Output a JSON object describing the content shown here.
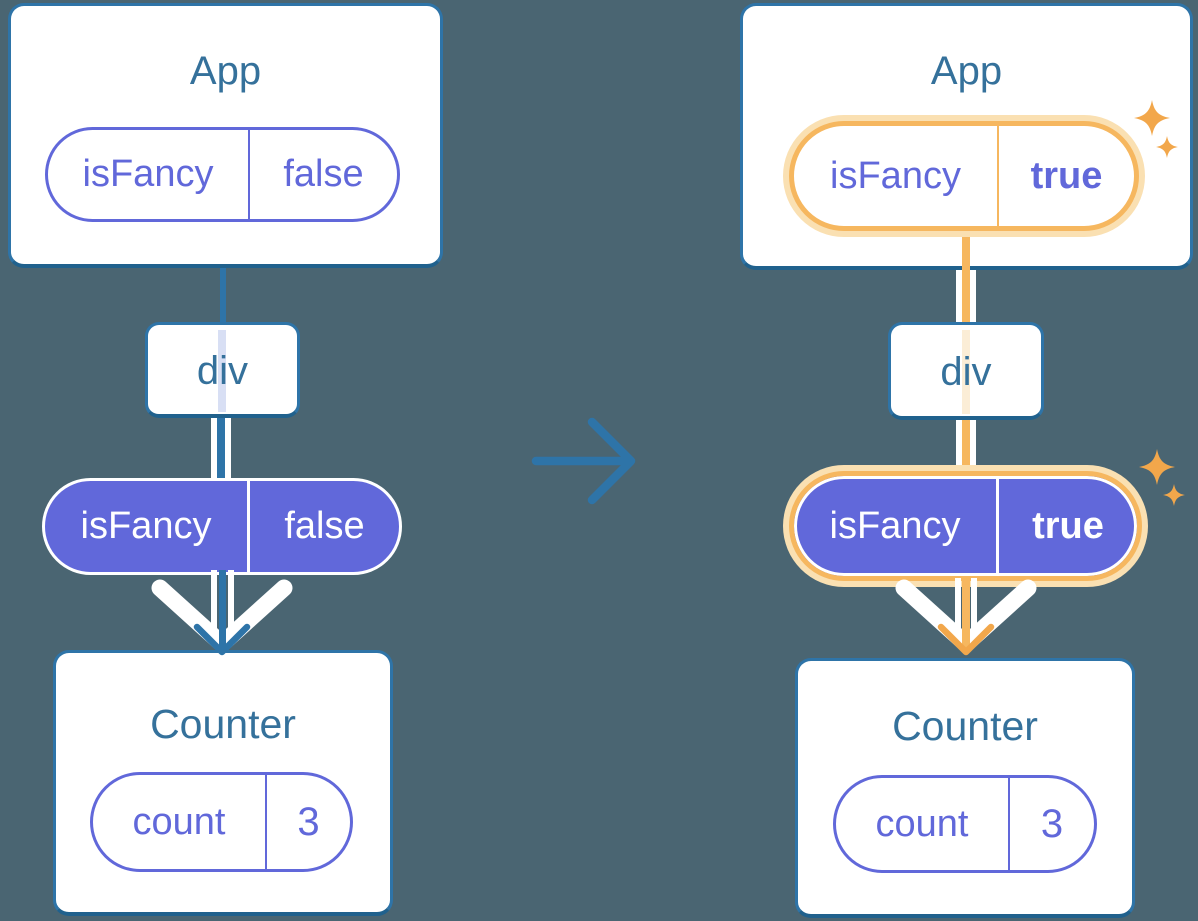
{
  "colors": {
    "background": "#4A6572",
    "card_border_blue": "#2E74A8",
    "node_title_text": "#35719B",
    "purple": "#6168DA",
    "orange_ring": "#F6B75F",
    "orange_glow": "#FAE0B2",
    "orange_sparkle": "#F2A74B",
    "lavender_stripe": "#D8DFF4",
    "cream_stripe": "#FBEDD6",
    "white": "#FFFFFF"
  },
  "icons": {
    "transition": "right-arrow-icon",
    "highlight": "sparkle-icon",
    "flow_down": "chevron-down-icon"
  },
  "left": {
    "app": {
      "title": "App",
      "prop": {
        "name": "isFancy",
        "value": "false"
      }
    },
    "div": {
      "label": "div"
    },
    "pipe_prop": {
      "name": "isFancy",
      "value": "false"
    },
    "counter": {
      "title": "Counter",
      "state": {
        "name": "count",
        "value": "3"
      }
    }
  },
  "right": {
    "app": {
      "title": "App",
      "prop": {
        "name": "isFancy",
        "value": "true"
      }
    },
    "div": {
      "label": "div"
    },
    "pipe_prop": {
      "name": "isFancy",
      "value": "true"
    },
    "counter": {
      "title": "Counter",
      "state": {
        "name": "count",
        "value": "3"
      }
    }
  }
}
